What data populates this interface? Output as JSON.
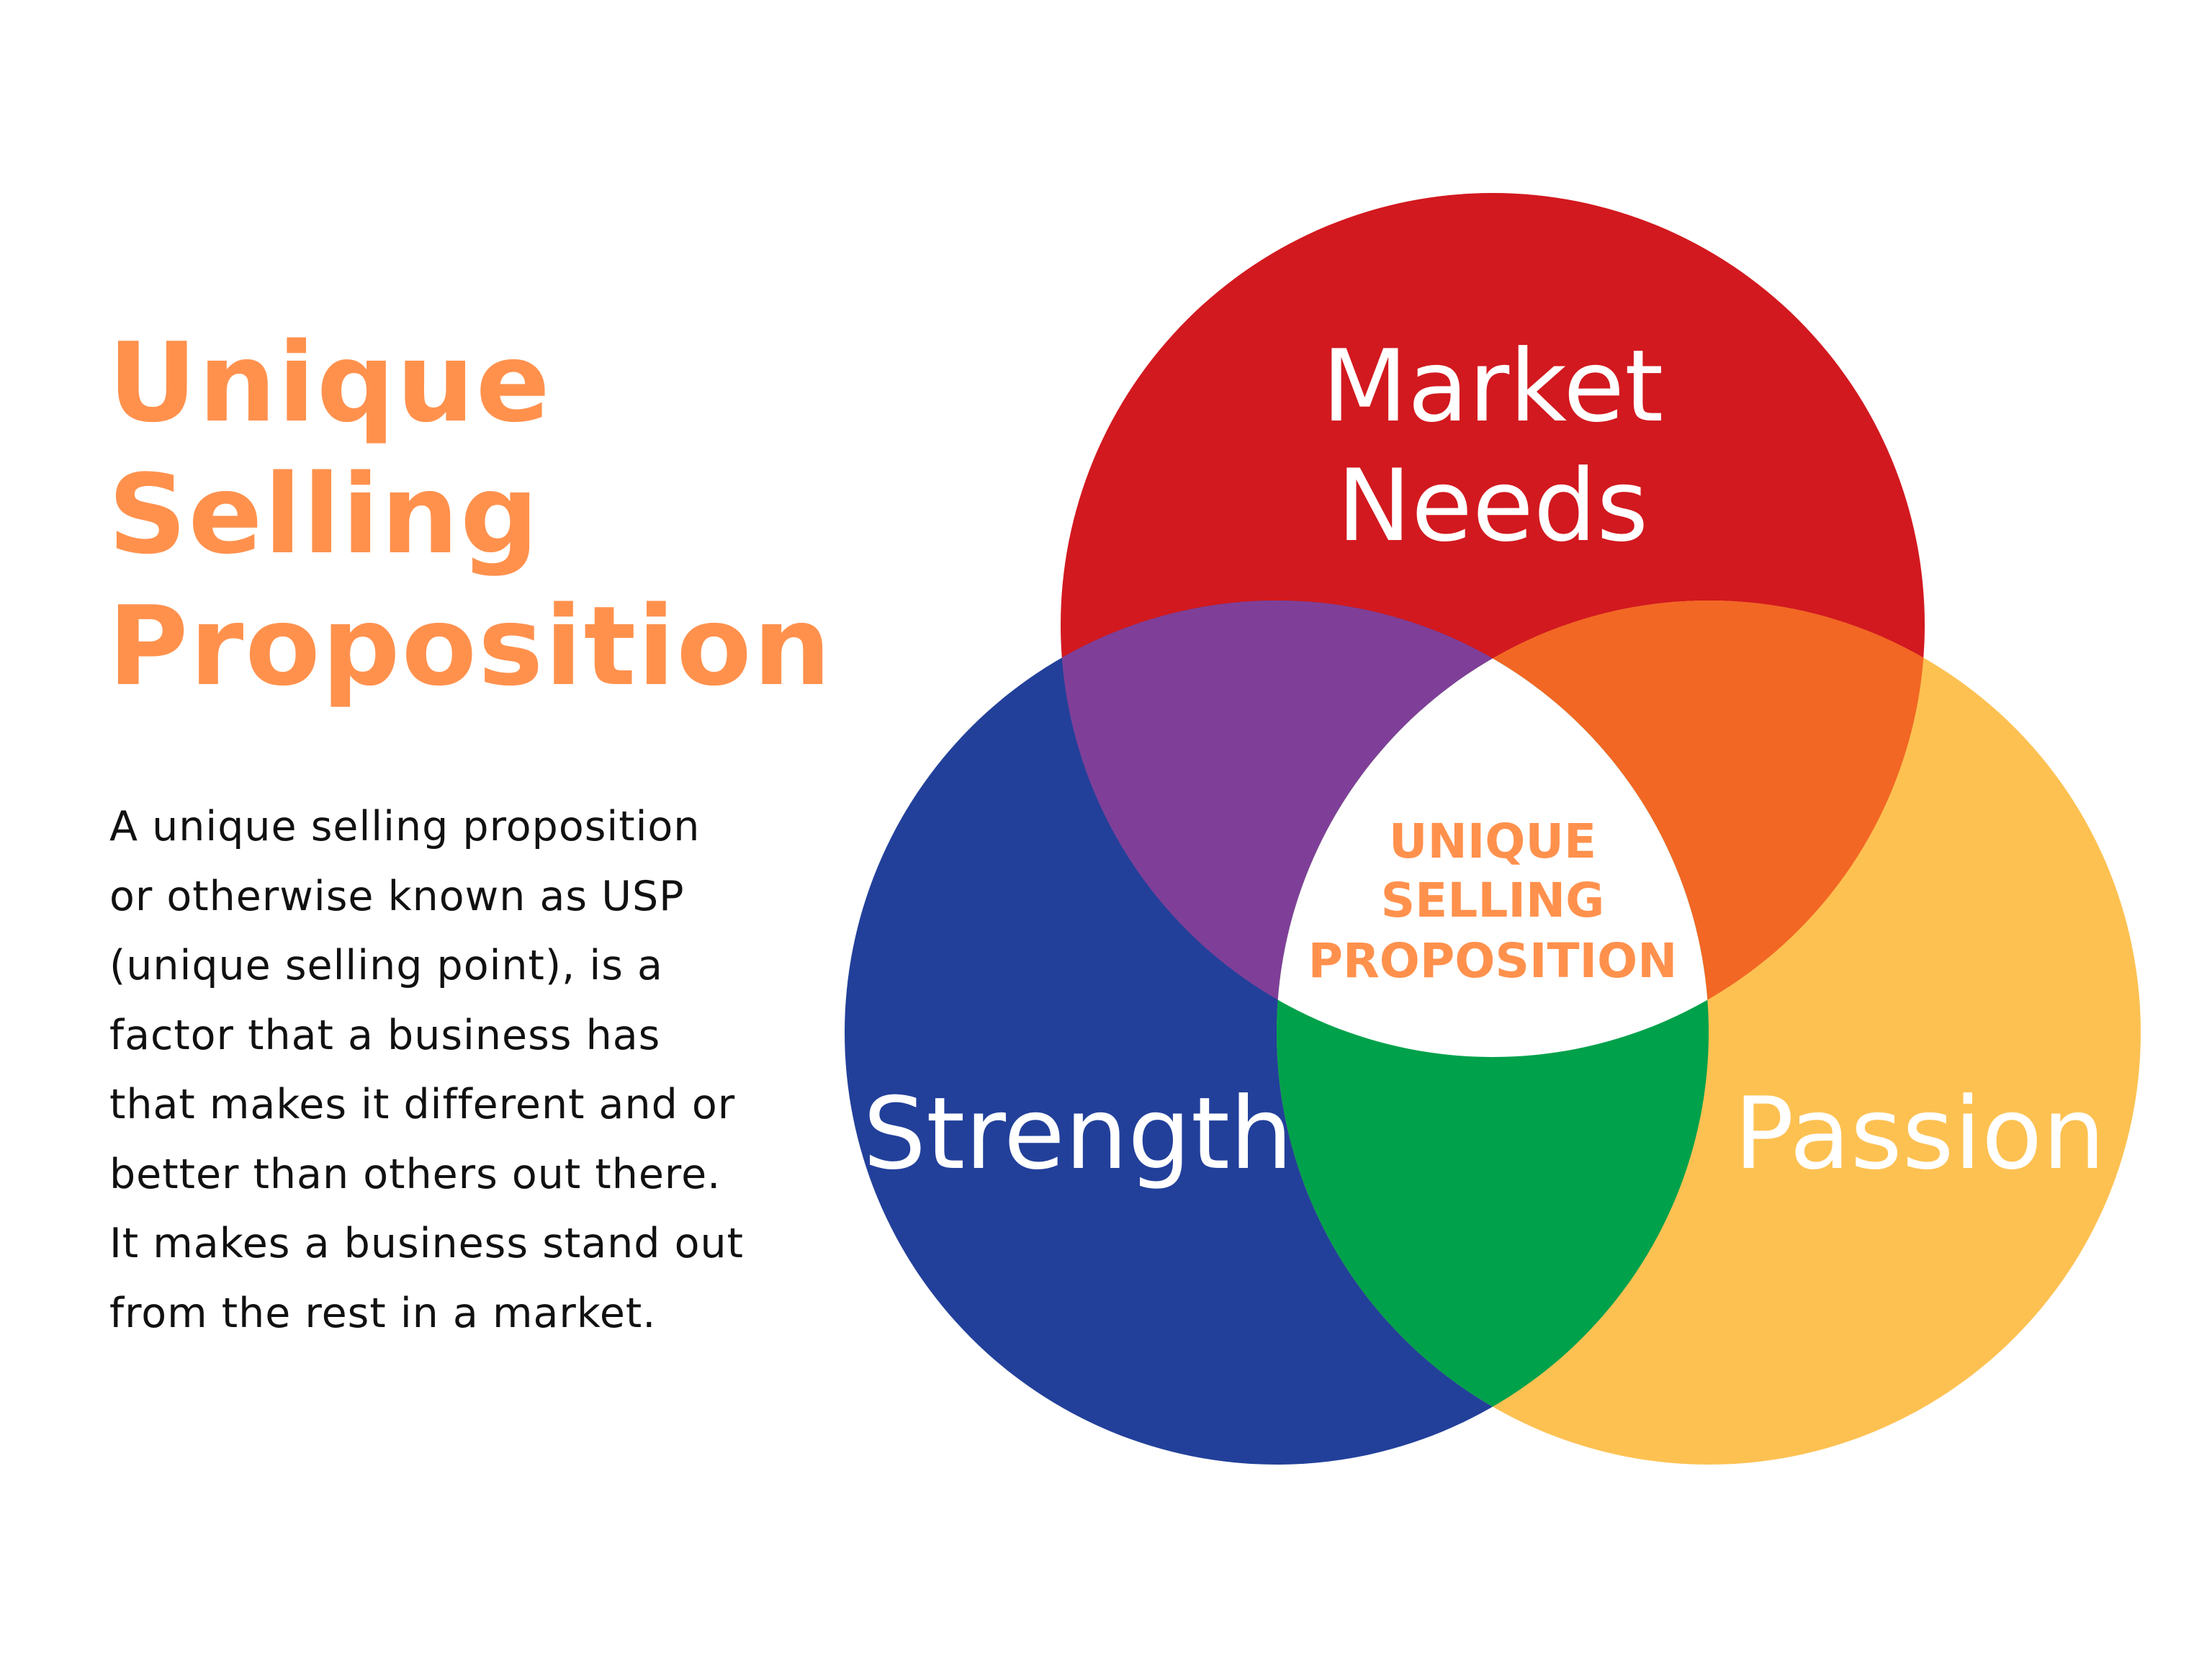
{
  "title": [
    "Unique",
    "Selling",
    "Proposition"
  ],
  "description": [
    "A unique selling proposition",
    "or otherwise known as USP",
    "(unique selling point), is a",
    "factor that a business has",
    "that makes it different and or",
    "better than others out there.",
    "It makes a business stand out",
    "from the rest in a market."
  ],
  "venn": {
    "top": {
      "label": [
        "Market",
        "Needs"
      ],
      "color": "#D2191F"
    },
    "left": {
      "label": "Strength",
      "color": "#22409A"
    },
    "right": {
      "label": "Passion",
      "color": "#FDC152"
    },
    "top_left_overlap_color": "#7F3F98",
    "top_right_overlap_color": "#F26724",
    "left_right_overlap_color": "#00A14B",
    "center": {
      "label": [
        "UNIQUE",
        "SELLING",
        "PROPOSITION"
      ],
      "color": "#FFFFFF"
    }
  }
}
